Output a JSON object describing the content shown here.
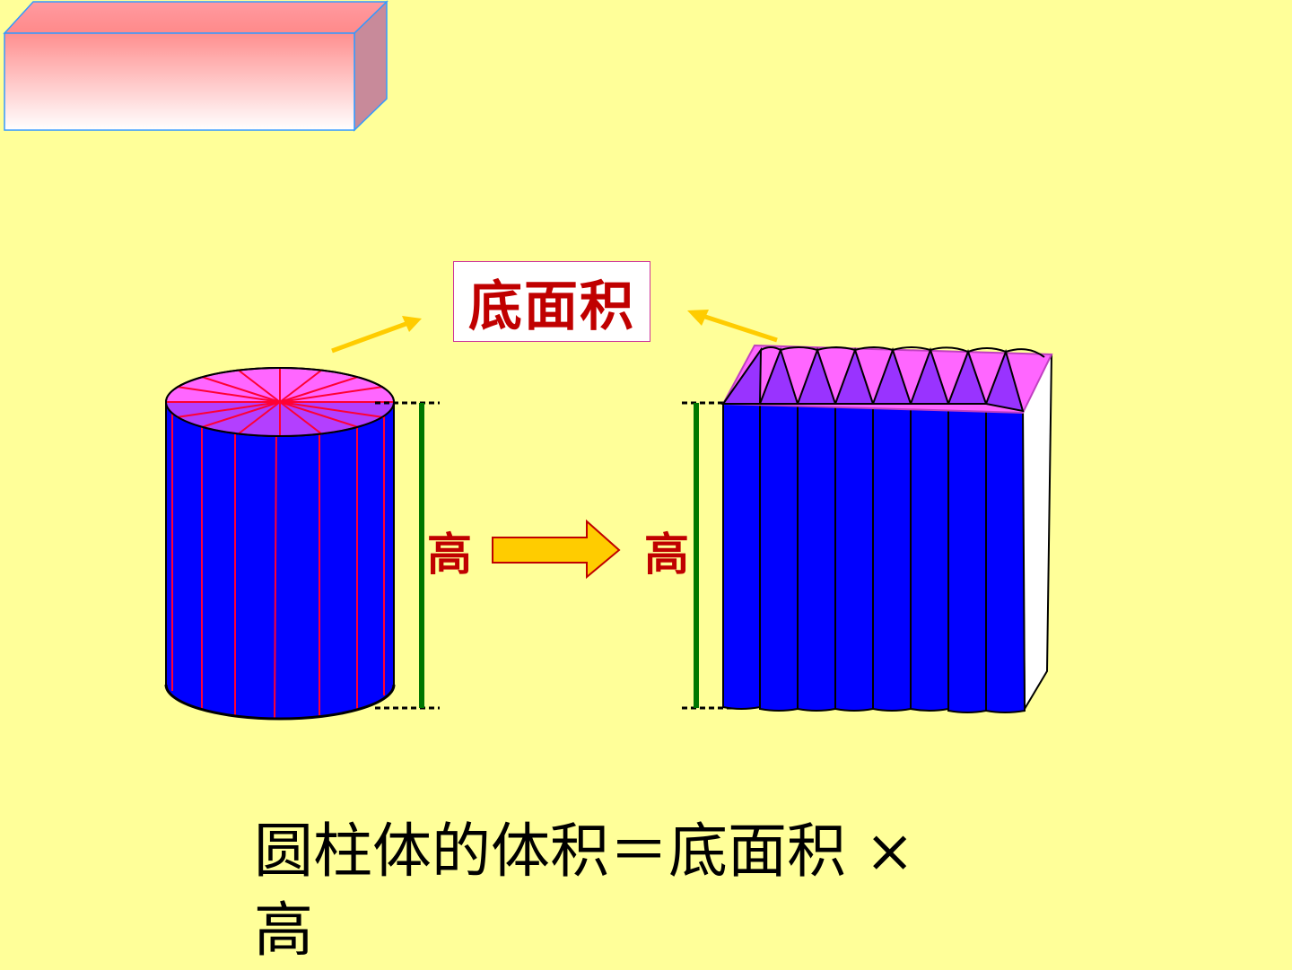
{
  "labels": {
    "base_area": "底面积",
    "height_left": "高",
    "height_right": "高"
  },
  "formula": {
    "line1": "圆柱体的体积＝底面积 ×",
    "line2": "高"
  },
  "colors": {
    "background": "#ffff99",
    "body": "#0000ff",
    "top": "#ff66ff",
    "top_dark": "#9933ff",
    "cut_lines": "#ff0033",
    "height_bar": "#007700",
    "arrow": "#ffcc00",
    "label_text": "#c00000"
  }
}
